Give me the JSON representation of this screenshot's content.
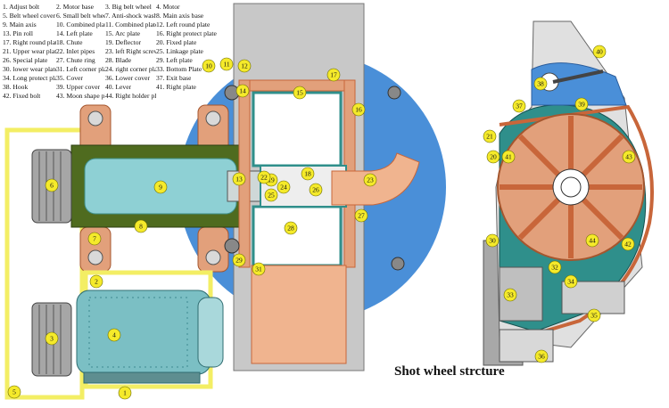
{
  "legend": [
    {
      "n": "1.",
      "t": "Adjust bolt"
    },
    {
      "n": "2.",
      "t": "Motor base"
    },
    {
      "n": "3.",
      "t": "Big belt wheel"
    },
    {
      "n": "4.",
      "t": "Motor"
    },
    {
      "n": "5.",
      "t": "Belt wheel cover"
    },
    {
      "n": "6.",
      "t": "Small belt wheel"
    },
    {
      "n": "7.",
      "t": "Anti-shock washer"
    },
    {
      "n": "8.",
      "t": "Main axis base"
    },
    {
      "n": "9.",
      "t": "Main axis"
    },
    {
      "n": "10.",
      "t": "Combined plate"
    },
    {
      "n": "11.",
      "t": "Combined plate dixed bolt"
    },
    {
      "n": "12.",
      "t": "Left round plate"
    },
    {
      "n": "13.",
      "t": "Pin roll"
    },
    {
      "n": "14.",
      "t": "Left plate"
    },
    {
      "n": "15.",
      "t": "Arc plate"
    },
    {
      "n": "16.",
      "t": "Right protect plate"
    },
    {
      "n": "17.",
      "t": "Right round plate"
    },
    {
      "n": "18.",
      "t": "Chute"
    },
    {
      "n": "19.",
      "t": "Deflector"
    },
    {
      "n": "20.",
      "t": "Fixed plate"
    },
    {
      "n": "21.",
      "t": "Upper wear plate"
    },
    {
      "n": "22.",
      "t": "Inlet pipes"
    },
    {
      "n": "23.",
      "t": "left Right screw bolt"
    },
    {
      "n": "25.",
      "t": "Linkage plate"
    },
    {
      "n": "26.",
      "t": "Special plate"
    },
    {
      "n": "27.",
      "t": "Chute ring"
    },
    {
      "n": "28.",
      "t": "Blade"
    },
    {
      "n": "29.",
      "t": "Left plate"
    },
    {
      "n": "30.",
      "t": "lower wear plate"
    },
    {
      "n": "31.",
      "t": "Left corner plate"
    },
    {
      "n": "24.",
      "t": "right corner plate"
    },
    {
      "n": "33.",
      "t": "Bottom Plate"
    },
    {
      "n": "34.",
      "t": "Long protect plate"
    },
    {
      "n": "35.",
      "t": "Cover"
    },
    {
      "n": "36.",
      "t": "Lower cover"
    },
    {
      "n": "37.",
      "t": "Exit base"
    },
    {
      "n": "38.",
      "t": "Hook"
    },
    {
      "n": "39.",
      "t": "Upper cover"
    },
    {
      "n": "40.",
      "t": "Lever"
    },
    {
      "n": "41.",
      "t": "Right plate"
    },
    {
      "n": "42.",
      "t": "Fixed bolt"
    },
    {
      "n": "43.",
      "t": "Moon shape plate"
    },
    {
      "n": "44.",
      "t": "Right holder plate"
    }
  ],
  "callouts": [
    "1",
    "2",
    "3",
    "4",
    "5",
    "6",
    "7",
    "8",
    "9",
    "10",
    "11",
    "12",
    "13",
    "14",
    "15",
    "16",
    "17",
    "18",
    "19",
    "20",
    "21",
    "22",
    "23",
    "24",
    "25",
    "26",
    "27",
    "28",
    "29",
    "30",
    "31",
    "32",
    "33",
    "34",
    "35",
    "36",
    "37",
    "38",
    "39",
    "40",
    "41",
    "42",
    "43",
    "44"
  ],
  "caption": "Shot wheel strcture",
  "colors": {
    "disc": "#4a8fd8",
    "frame": "#c8c8c8",
    "axis": "#8ed0d4",
    "axisDark": "#3f8f8a",
    "pulley": "#a6a6a6",
    "motor": "#7bbfc4",
    "copper": "#e2a07b",
    "copperDark": "#c8663a",
    "base": "#4f6b1f",
    "belt": "#f3ee64",
    "callout": "#f5ea2a",
    "teal": "#2f8f8b",
    "blade": "#f0b48f",
    "gray": "#9a9a9a",
    "light": "#e8e8e8"
  }
}
